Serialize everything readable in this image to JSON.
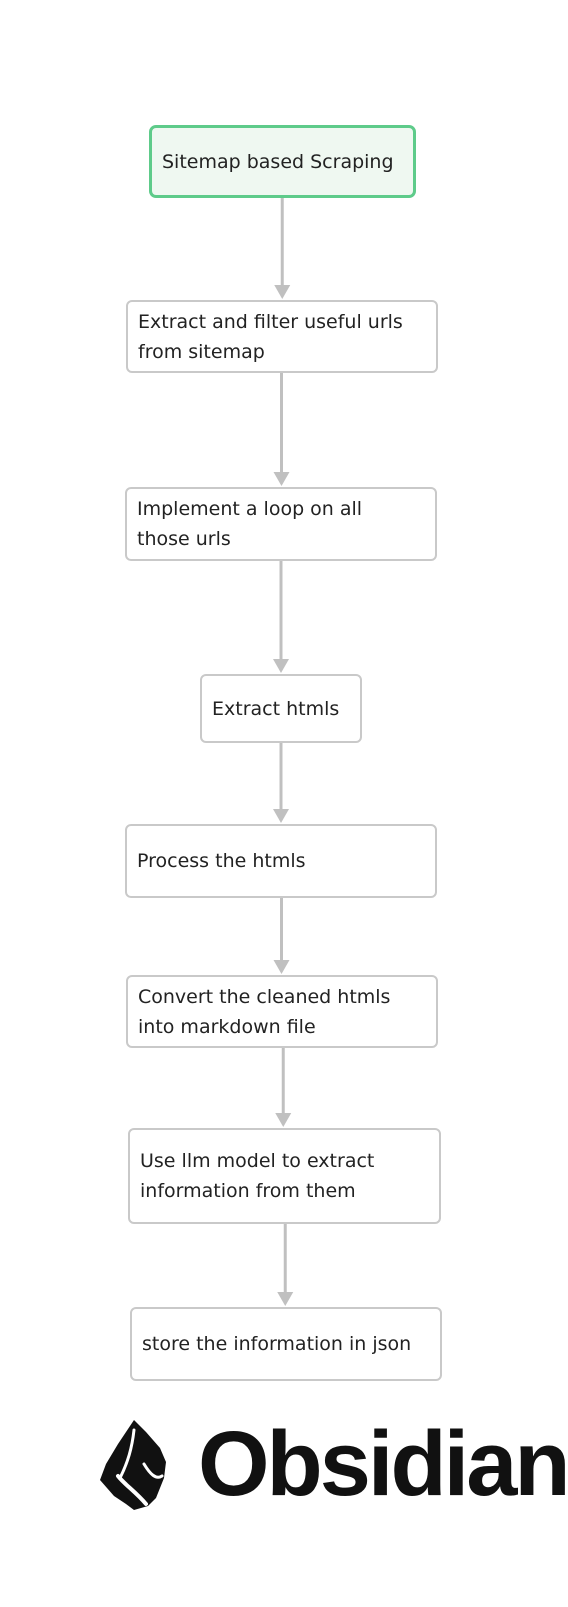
{
  "diagram": {
    "nodes": [
      {
        "id": "n1",
        "label": "Sitemap based Scraping"
      },
      {
        "id": "n2",
        "label": "Extract and filter useful urls\nfrom sitemap"
      },
      {
        "id": "n3",
        "label": "Implement a loop on all\nthose urls"
      },
      {
        "id": "n4",
        "label": "Extract htmls"
      },
      {
        "id": "n5",
        "label": "Process the htmls"
      },
      {
        "id": "n6",
        "label": "Convert the cleaned htmls\ninto markdown file"
      },
      {
        "id": "n7",
        "label": "Use llm model to extract\ninformation from them"
      },
      {
        "id": "n8",
        "label": "store the information in json"
      }
    ],
    "edges": [
      {
        "from": "n1",
        "to": "n2"
      },
      {
        "from": "n2",
        "to": "n3"
      },
      {
        "from": "n3",
        "to": "n4"
      },
      {
        "from": "n4",
        "to": "n5"
      },
      {
        "from": "n5",
        "to": "n6"
      },
      {
        "from": "n6",
        "to": "n7"
      },
      {
        "from": "n7",
        "to": "n8"
      }
    ],
    "colors": {
      "start_border": "#5ecb8a",
      "start_fill": "#eff8f1",
      "node_border": "#c9c9c9",
      "edge": "#c0c0c0"
    }
  },
  "logo": {
    "icon": "obsidian-logo-icon",
    "wordmark": "Obsidian"
  }
}
